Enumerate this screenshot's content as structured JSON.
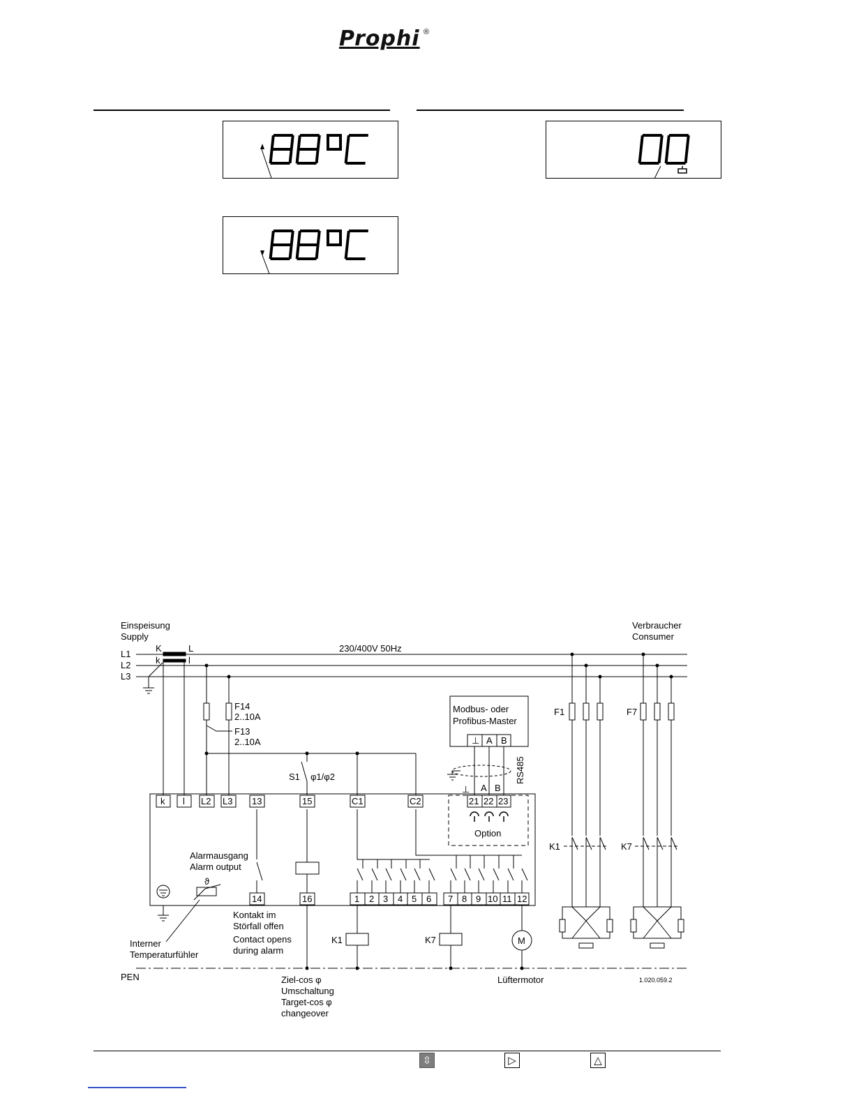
{
  "header": {
    "logo_text": "Prophi",
    "logo_mark": "®"
  },
  "displays": [
    {
      "id": "temp-max",
      "indicator": "triangle-up",
      "digits": "88",
      "unit": "°C"
    },
    {
      "id": "temp-min",
      "indicator": "triangle-down",
      "digits": "88",
      "unit": "°C"
    },
    {
      "id": "relay",
      "digits": "00",
      "icon": "relay-symbol"
    }
  ],
  "diagram": {
    "supply_de": "Einspeisung",
    "supply_en": "Supply",
    "consumer_de": "Verbraucher",
    "consumer_en": "Consumer",
    "lines": [
      "L1",
      "L2",
      "L3"
    ],
    "voltage": "230/400V 50Hz",
    "ct_K": "K",
    "ct_L": "L",
    "ct_k": "k",
    "ct_l": "l",
    "fuse_f14": "F14",
    "fuse_f14_range": "2..10A",
    "fuse_f13": "F13",
    "fuse_f13_range": "2..10A",
    "switch_label": "S1",
    "switch_phi": "φ1/φ2",
    "master_line1": "Modbus- oder",
    "master_line2": "Profibus-Master",
    "master_terminals": [
      "⊥",
      "A",
      "B"
    ],
    "rs485": "RS485",
    "bus_ground": "⊥",
    "bus_a": "A",
    "bus_b": "B",
    "top_terminals": [
      "k",
      "l",
      "L2",
      "L3",
      "13",
      "15",
      "C1",
      "C2",
      "21",
      "22",
      "23"
    ],
    "option": "Option",
    "alarm_de": "Alarmausgang",
    "alarm_en": "Alarm output",
    "bottom_terminals": [
      "14",
      "16",
      "1",
      "2",
      "3",
      "4",
      "5",
      "6",
      "7",
      "8",
      "9",
      "10",
      "11",
      "12"
    ],
    "contact_de1": "Kontakt im",
    "contact_de2": "Störfall offen",
    "contact_en1": "Contact opens",
    "contact_en2": "during alarm",
    "sensor_de1": "Interner",
    "sensor_de2": "Temperaturfühler",
    "theta": "ϑ",
    "k1": "K1",
    "k7": "K7",
    "motor": "M",
    "pen": "PEN",
    "target_line1": "Ziel-cos φ",
    "target_line2": "Umschaltung",
    "target_line3": "Target-cos φ",
    "target_line4": "changeover",
    "fan_motor": "Lüftermotor",
    "doc_number": "1.020.059.2",
    "f1": "F1",
    "f7": "F7",
    "k1_contactor": "K1",
    "k7_contactor": "K7"
  },
  "footer": {
    "keys": [
      {
        "name": "enter-key-icon",
        "glyph": "⇳"
      },
      {
        "name": "right-key-icon",
        "glyph": "▷"
      },
      {
        "name": "up-key-icon",
        "glyph": "△"
      }
    ]
  }
}
